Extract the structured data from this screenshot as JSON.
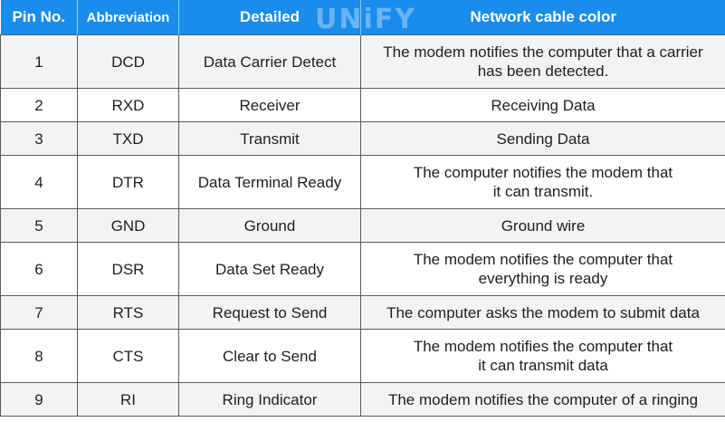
{
  "header": {
    "pin_no": "Pin No.",
    "abbreviation": "Abbreviation",
    "detailed": "Detailed",
    "network_cable_color": "Network cable color"
  },
  "watermark": "UNiFY",
  "colors": {
    "header_background": "#1a8ceb",
    "header_text": "#ffffff",
    "row_alt_background": "#f3f3f3",
    "row_background": "#ffffff",
    "border": "#5a5a5a"
  },
  "rows": [
    {
      "pin": "1",
      "abbr": "DCD",
      "detail": "Data Carrier Detect",
      "color_line1": "The modem notifies the computer that a carrier",
      "color_line2": "has been detected."
    },
    {
      "pin": "2",
      "abbr": "RXD",
      "detail": "Receiver",
      "color_line1": "Receiving Data",
      "color_line2": ""
    },
    {
      "pin": "3",
      "abbr": "TXD",
      "detail": "Transmit",
      "color_line1": "Sending Data",
      "color_line2": ""
    },
    {
      "pin": "4",
      "abbr": "DTR",
      "detail": "Data Terminal Ready",
      "color_line1": "The computer notifies the modem that",
      "color_line2": "it can transmit."
    },
    {
      "pin": "5",
      "abbr": "GND",
      "detail": "Ground",
      "color_line1": "Ground wire",
      "color_line2": ""
    },
    {
      "pin": "6",
      "abbr": "DSR",
      "detail": "Data Set Ready",
      "color_line1": "The modem notifies the computer that",
      "color_line2": "everything is ready"
    },
    {
      "pin": "7",
      "abbr": "RTS",
      "detail": "Request to Send",
      "color_line1": "The computer asks the modem to submit data",
      "color_line2": ""
    },
    {
      "pin": "8",
      "abbr": "CTS",
      "detail": "Clear to Send",
      "color_line1": "The modem notifies the computer that",
      "color_line2": "it can transmit data"
    },
    {
      "pin": "9",
      "abbr": "RI",
      "detail": "Ring Indicator",
      "color_line1": "The modem notifies the computer of a ringing",
      "color_line2": ""
    }
  ]
}
